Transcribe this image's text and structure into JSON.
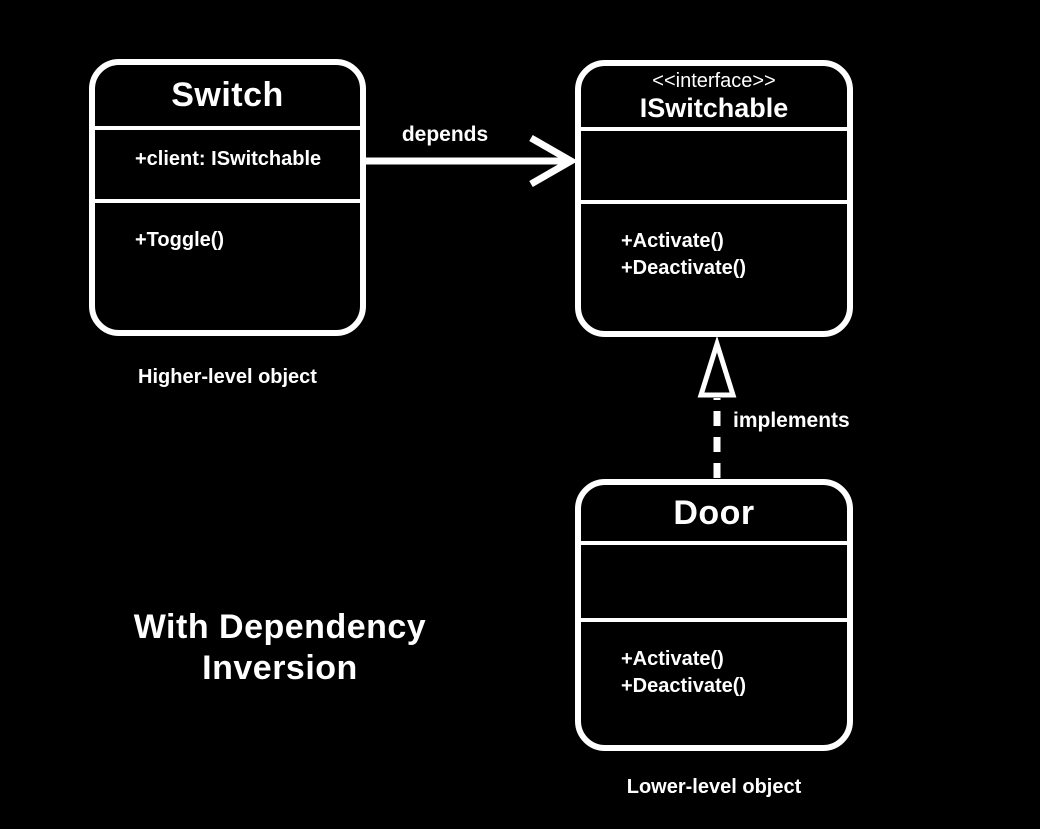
{
  "colors": {
    "background": "#000000",
    "foreground": "#ffffff"
  },
  "title": {
    "line1": "With Dependency",
    "line2": "Inversion"
  },
  "classes": {
    "switch": {
      "name": "Switch",
      "attributes": [
        "+client: ISwitchable"
      ],
      "methods": [
        "+Toggle()"
      ],
      "caption": "Higher-level object"
    },
    "iswitchable": {
      "stereotype": "<<interface>>",
      "name": "ISwitchable",
      "attributes": [],
      "methods": [
        "+Activate()",
        "+Deactivate()"
      ]
    },
    "door": {
      "name": "Door",
      "attributes": [],
      "methods": [
        "+Activate()",
        "+Deactivate()"
      ],
      "caption": "Lower-level object"
    }
  },
  "relations": {
    "depends": {
      "label": "depends",
      "type": "dependency"
    },
    "implements": {
      "label": "implements",
      "type": "realization"
    }
  }
}
